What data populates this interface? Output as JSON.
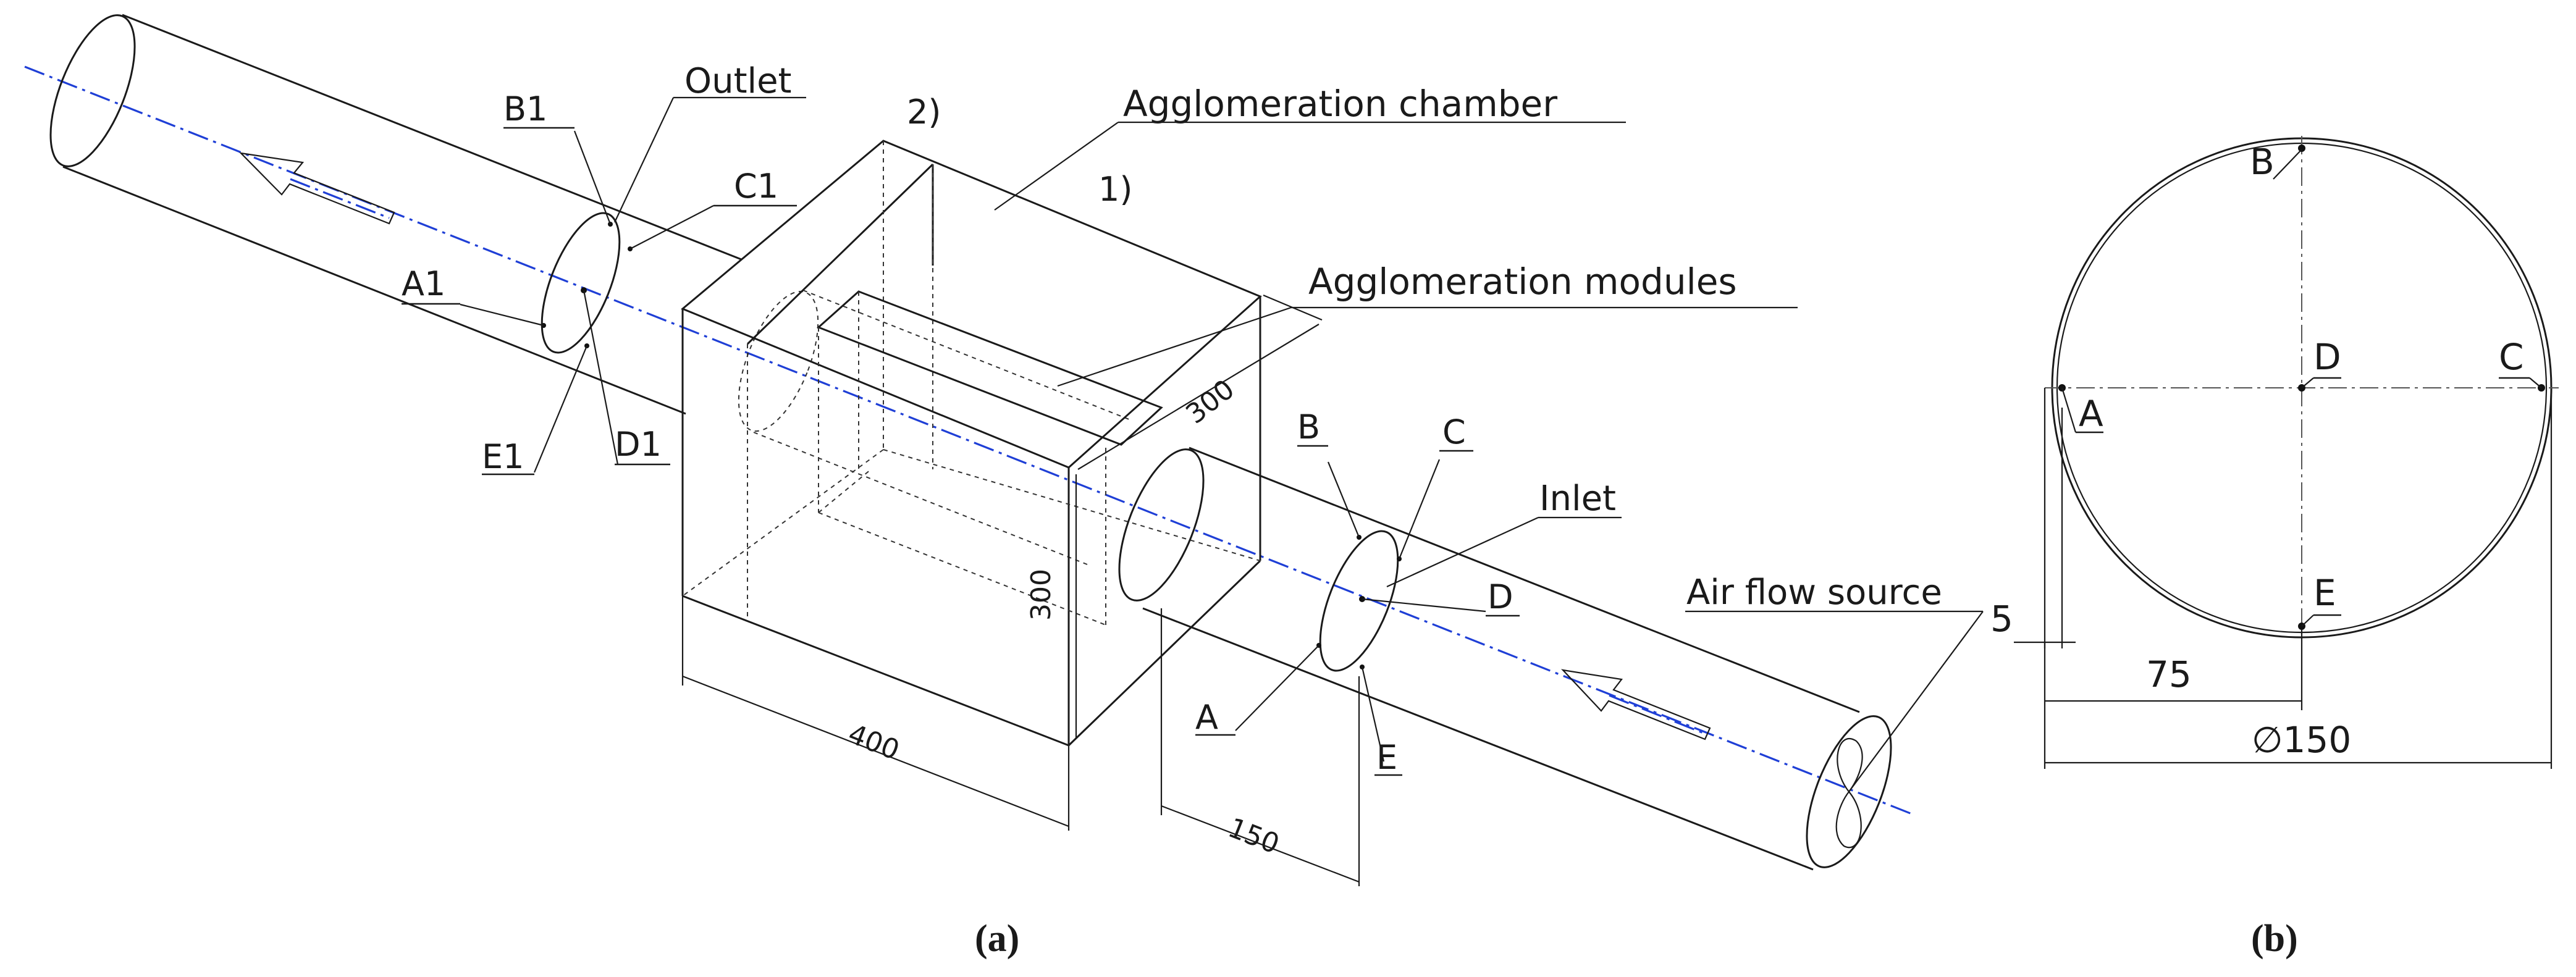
{
  "labels": {
    "outlet": "Outlet",
    "agglomeration_chamber": "Agglomeration chamber",
    "agglomeration_modules": "Agglomeration modules",
    "inlet": "Inlet",
    "air_flow_source": "Air flow source",
    "num_1": "1)",
    "num_2": "2)"
  },
  "outlet_points": {
    "a1": "A1",
    "b1": "B1",
    "c1": "C1",
    "d1": "D1",
    "e1": "E1"
  },
  "inlet_points": {
    "a": "A",
    "b": "B",
    "c": "C",
    "d": "D",
    "e": "E"
  },
  "section_points": {
    "a": "A",
    "b": "B",
    "c": "C",
    "d": "D",
    "e": "E"
  },
  "dimensions": {
    "chamber_height": "300",
    "chamber_depth": "300",
    "chamber_length": "400",
    "inlet_offset": "150",
    "wall_offset": "5",
    "radius": "75",
    "diameter": "∅150"
  },
  "captions": {
    "a": "(a)",
    "b": "(b)"
  },
  "colors": {
    "flow_axis": "#1f3fd6",
    "line": "#1a1a1a"
  }
}
